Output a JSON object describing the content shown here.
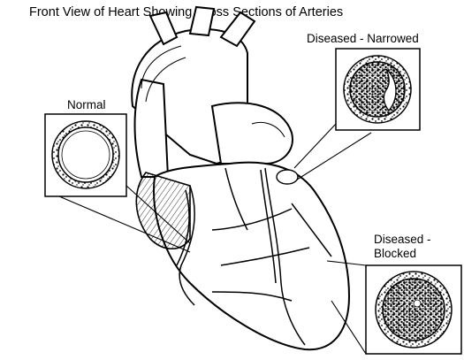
{
  "title": "Front View of Heart Showing Cross Sections of Arteries",
  "labels": {
    "normal": "Normal",
    "narrowed": "Diseased - Narrowed",
    "blocked_line1": "Diseased -",
    "blocked_line2": "Blocked"
  }
}
